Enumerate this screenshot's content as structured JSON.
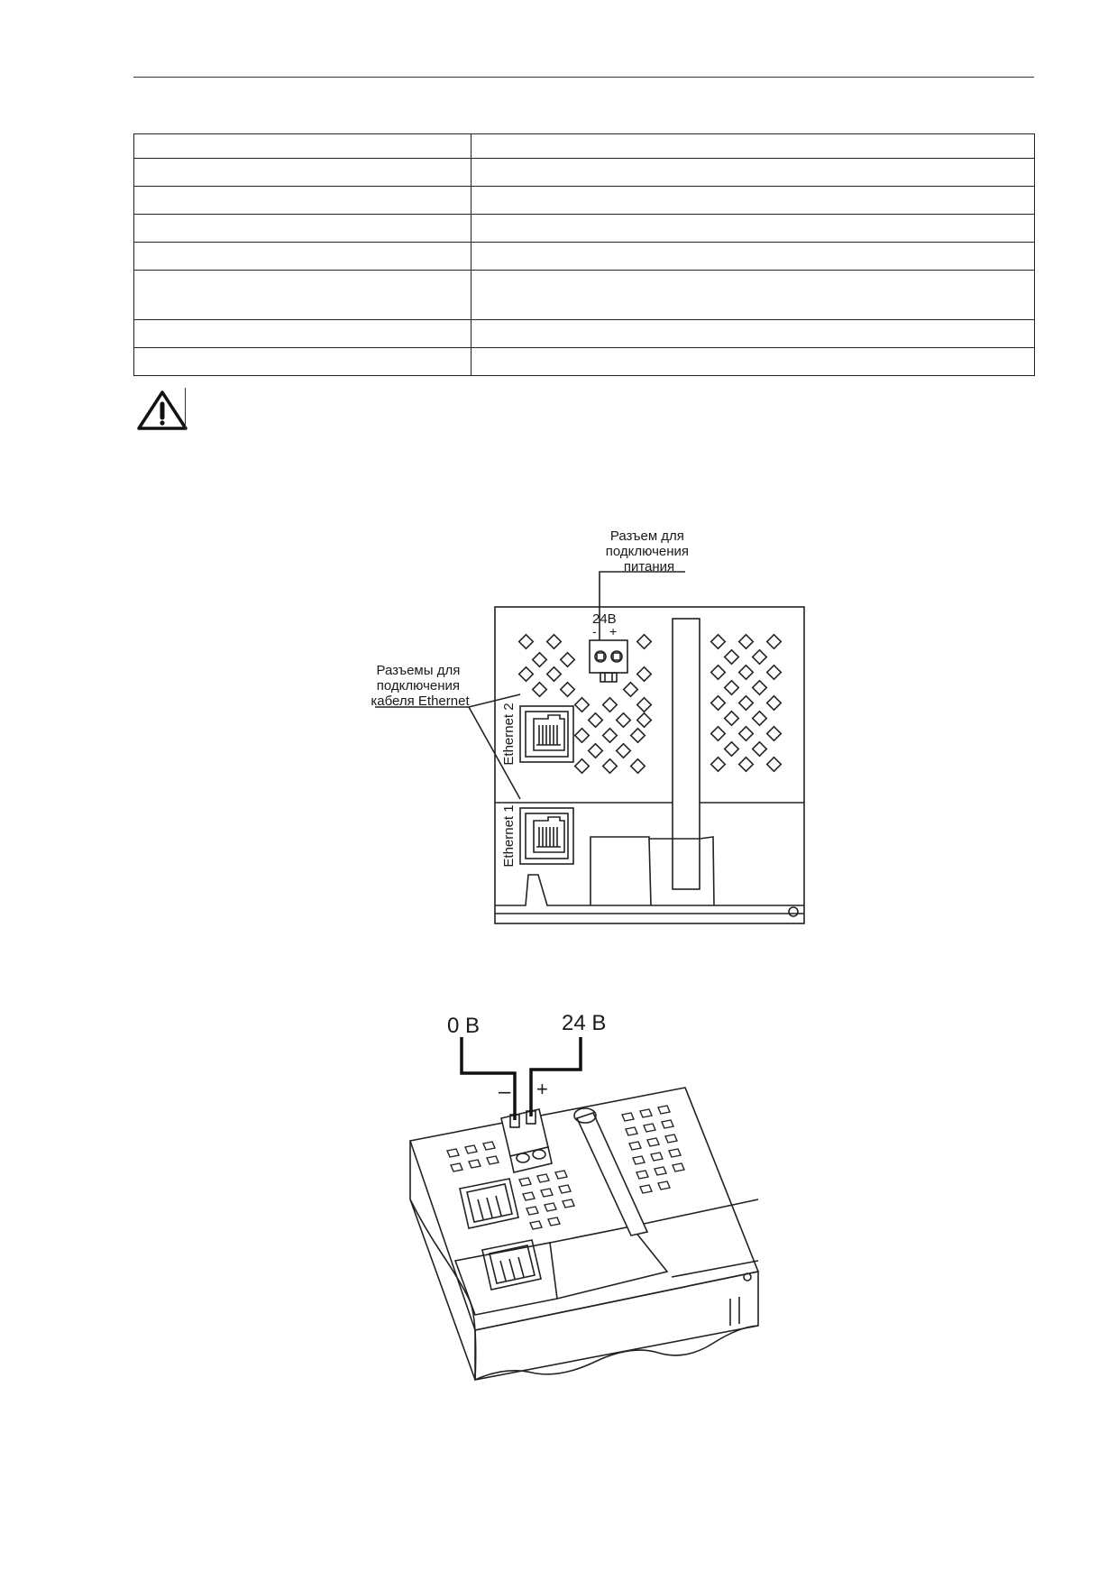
{
  "table": {
    "rows": [
      [
        "",
        ""
      ],
      [
        "",
        ""
      ],
      [
        "",
        ""
      ],
      [
        "",
        ""
      ],
      [
        "",
        ""
      ],
      [
        "",
        ""
      ],
      [
        "",
        ""
      ],
      [
        "",
        ""
      ]
    ]
  },
  "warning": {
    "icon": "warning-triangle-icon",
    "text": ""
  },
  "figure1": {
    "power_label": [
      "Разъем для",
      "подключения",
      "питания"
    ],
    "ethernet_label": [
      "Разъемы для",
      "подключения",
      "кабеля Ethernet"
    ],
    "terminal_voltage": "24В",
    "terminal_minus": "-",
    "terminal_plus": "+",
    "port2_label": "Ethernet 2",
    "port1_label": "Ethernet 1"
  },
  "figure2": {
    "left_voltage": "0 В",
    "right_voltage": "24 В",
    "minus": "–",
    "plus": "+"
  }
}
